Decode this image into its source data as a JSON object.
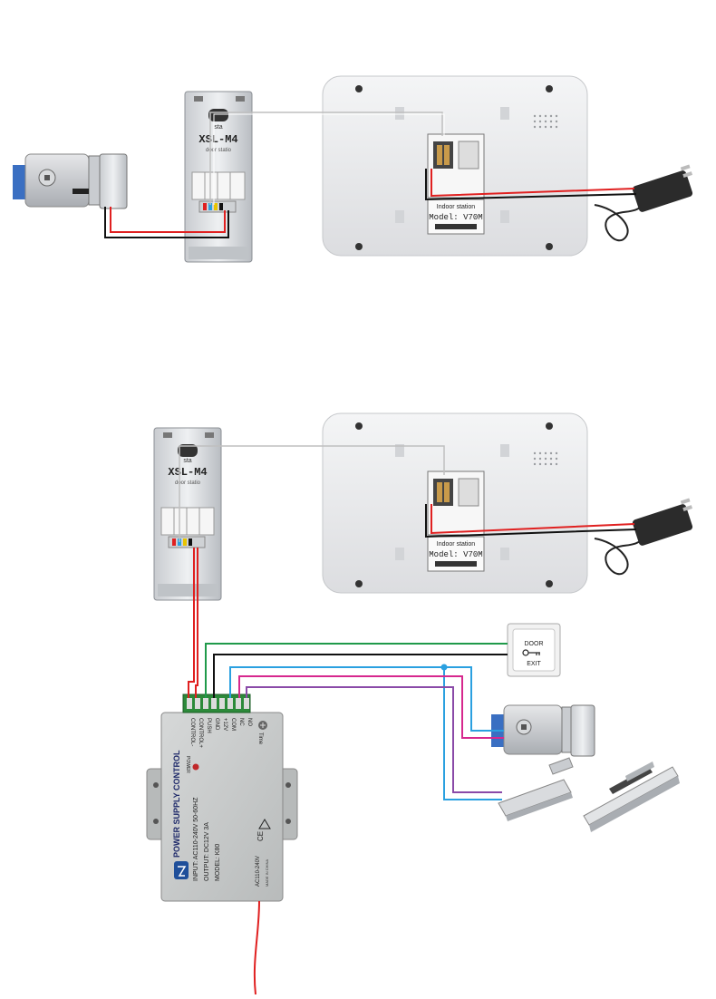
{
  "outdoor_unit": {
    "brand_fragment": "sta",
    "model": "XSL-M4",
    "subtext": "door statio"
  },
  "indoor_unit": {
    "header": "Indoor station",
    "model": "Model: V70M"
  },
  "exit_button": {
    "line1": "DOOR",
    "line2": "EXIT"
  },
  "power_supply": {
    "title": "POWER SUPPLY CONTROL",
    "input": "INPUT: AC110-240V  50-60HZ",
    "output": "OUTPUT: DC12V  3A",
    "model": "MODEL: K80",
    "power_label": "POWER",
    "ac_label": "AC110-240V",
    "made_in": "MADE IN CHINA",
    "ce": "CE",
    "time_label": "Time",
    "terminals": [
      "CONTROL-",
      "CONTROL+",
      "PUSH",
      "GND",
      "+12V",
      "COM",
      "NC",
      "NO"
    ]
  },
  "colors": {
    "wire_red": "#e02020",
    "wire_black": "#111111",
    "wire_green": "#1f9a4a",
    "wire_blue": "#2aa0e0",
    "wire_magenta": "#d6288e",
    "wire_purple": "#8a4aa8",
    "wire_gray": "#9a9a9a",
    "unit_body": "#e9eaec"
  }
}
